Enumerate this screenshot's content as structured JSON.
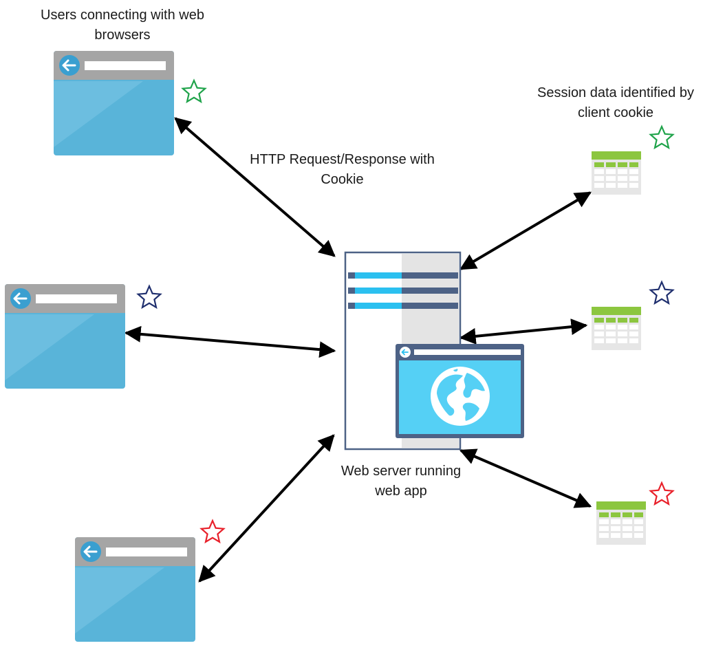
{
  "labels": {
    "users": [
      "Users connecting with web",
      "browsers"
    ],
    "http": [
      "HTTP Request/Response with",
      "Cookie"
    ],
    "session": [
      "Session data identified by",
      "client cookie"
    ],
    "server": [
      "Web server running",
      "web app"
    ]
  },
  "browsers": [
    {
      "name": "browser-window-top",
      "star": "green"
    },
    {
      "name": "browser-window-middle",
      "star": "navy"
    },
    {
      "name": "browser-window-bottom",
      "star": "red"
    }
  ],
  "session_stores": [
    {
      "name": "session-table-top",
      "star": "green"
    },
    {
      "name": "session-table-middle",
      "star": "navy"
    },
    {
      "name": "session-table-bottom",
      "star": "red"
    }
  ],
  "icons": {
    "back": "back-arrow-icon",
    "globe": "globe-icon",
    "star": "star-icon",
    "server": "server-icon",
    "table": "table-icon"
  },
  "colors": {
    "green": "#1fa34a",
    "navy": "#1f2f6e",
    "red": "#e8202a",
    "browser_blue": "#59b4d9",
    "browser_bar": "#a5a5a5",
    "server_frame": "#4d6286",
    "server_accent": "#2bc0f0",
    "table_green": "#8cc63f"
  }
}
